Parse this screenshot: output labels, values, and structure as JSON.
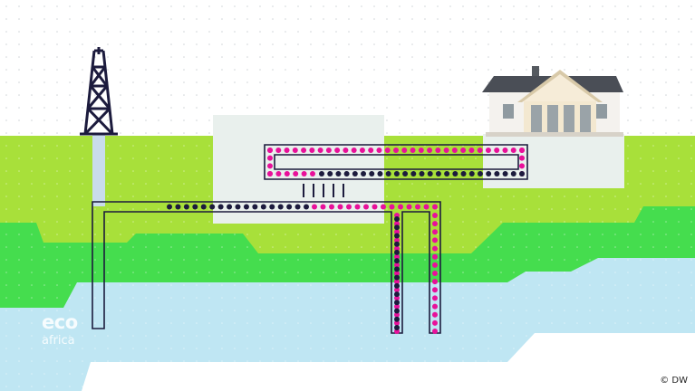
{
  "branding": {
    "logo_word_1": "eco",
    "logo_word_2": "africa",
    "credit": "© DW"
  },
  "colors": {
    "background": "#ffffff",
    "surface_layer": "#a8e03a",
    "middle_layer": "#45dd4e",
    "deep_water_layer": "#bfe6f3",
    "hot_fluid_dot": "#e8109a",
    "cold_fluid_dot": "#1c1b3d",
    "pipe_outline": "#1c1b3d",
    "building_box": "#e9f0ed",
    "well_shaft": "#c9dcec",
    "drilling_rig": "#1c1b3d"
  },
  "icons": {
    "rig": "drilling-rig-icon",
    "house": "house-icon"
  }
}
